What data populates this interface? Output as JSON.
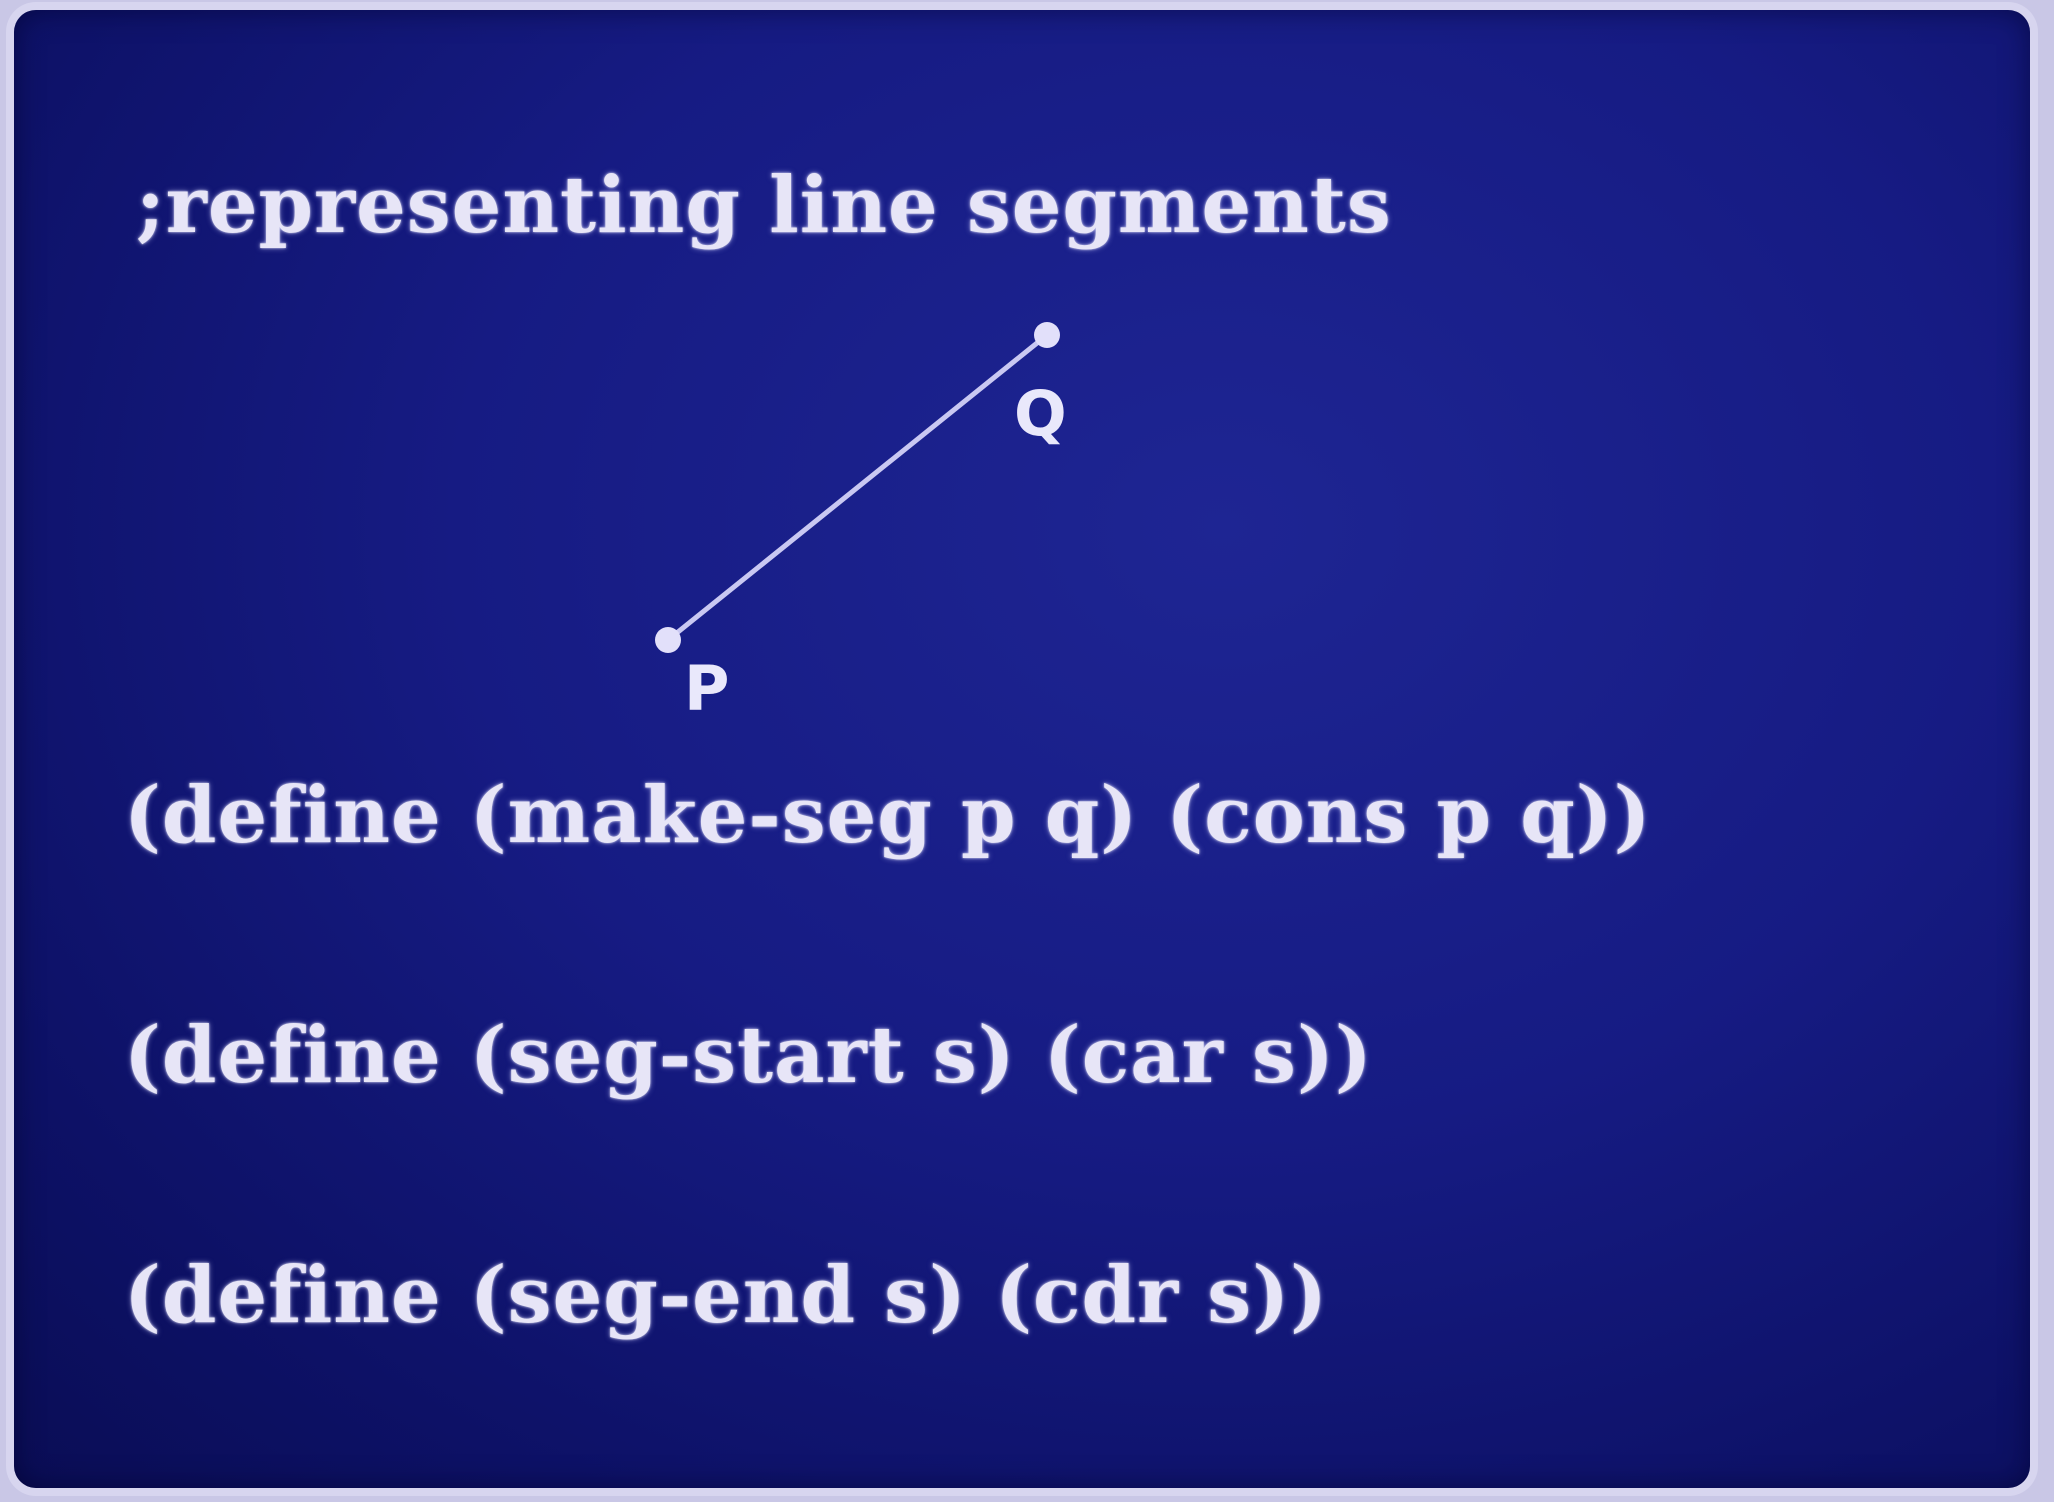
{
  "slide": {
    "comment": ";representing line segments",
    "diagram": {
      "start_label": "P",
      "end_label": "Q"
    },
    "code_lines": [
      "(define (make-seg p q) (cons p q))",
      "(define (seg-start s) (car s))",
      "(define (seg-end s) (cdr s))"
    ]
  }
}
